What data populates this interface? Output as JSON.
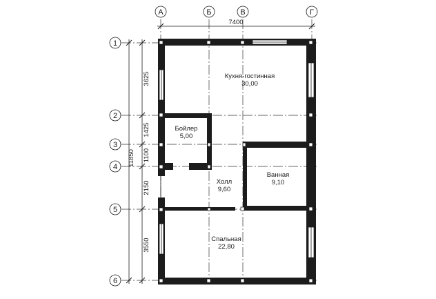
{
  "axes_letters": [
    "А",
    "Б",
    "В",
    "Г"
  ],
  "axes_numbers": [
    "1",
    "2",
    "3",
    "4",
    "5",
    "6"
  ],
  "dimensions": {
    "overall_width": "7400",
    "overall_height": "11850",
    "segments": [
      "3625",
      "1425",
      "1100",
      "2150",
      "3550"
    ]
  },
  "rooms": [
    {
      "name": "Кухня-гостинная",
      "area": "30,00"
    },
    {
      "name": "Бойлер",
      "area": "5,00"
    },
    {
      "name": "Холл",
      "area": "9,60"
    },
    {
      "name": "Ванная",
      "area": "9,10"
    },
    {
      "name": "Спальная",
      "area": "22,80"
    }
  ]
}
